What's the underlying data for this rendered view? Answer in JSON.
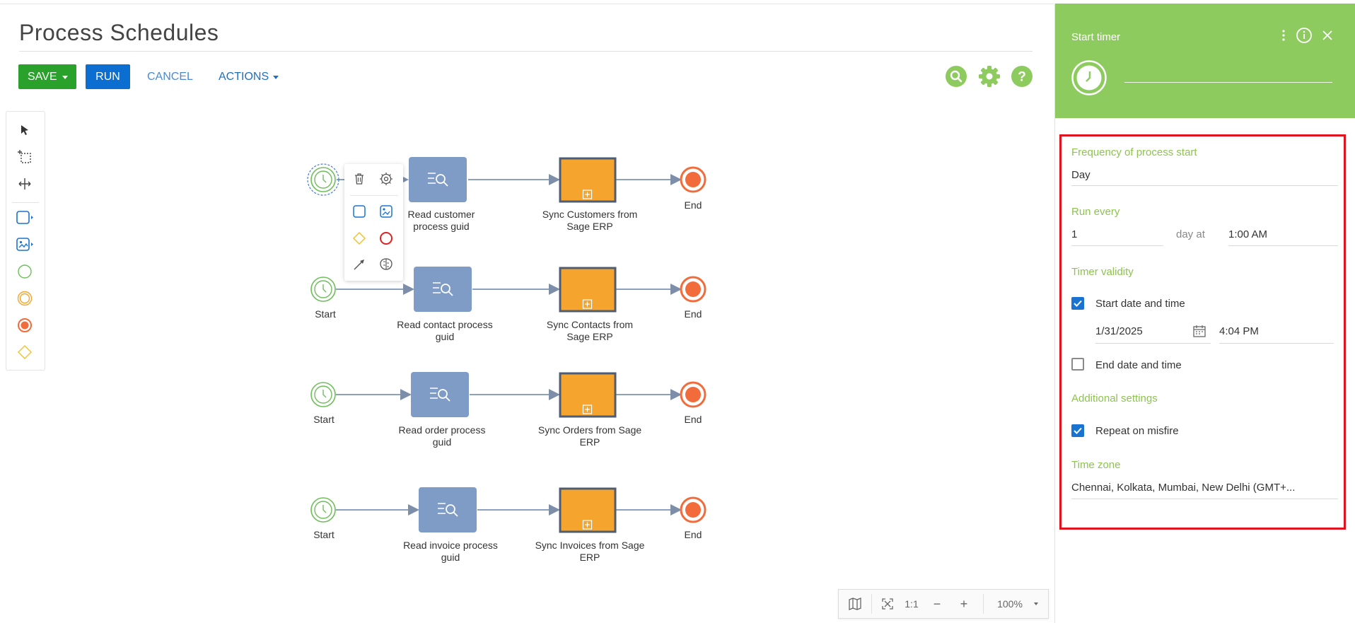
{
  "page": {
    "title": "Process Schedules"
  },
  "toolbar": {
    "save_label": "SAVE",
    "run_label": "RUN",
    "cancel_label": "CANCEL",
    "actions_label": "ACTIONS"
  },
  "header_icons": [
    "search-icon",
    "gear-icon",
    "help-icon"
  ],
  "palette": [
    "pointer-tool-icon",
    "lasso-tool-icon",
    "space-tool-icon",
    "task-icon",
    "subprocess-icon",
    "start-event-icon",
    "intermediate-event-icon",
    "end-event-icon",
    "gateway-icon"
  ],
  "diagram": {
    "rows": [
      {
        "start_label": "",
        "task_label": "Read customer process guid",
        "sync_label": "Sync Customers from Sage ERP",
        "end_label": "End"
      },
      {
        "start_label": "Start",
        "task_label": "Read contact process guid",
        "sync_label": "Sync Contacts from Sage ERP",
        "end_label": "End"
      },
      {
        "start_label": "Start",
        "task_label": "Read order process guid",
        "sync_label": "Sync Orders from Sage ERP",
        "end_label": "End"
      },
      {
        "start_label": "Start",
        "task_label": "Read invoice process guid",
        "sync_label": "Sync Invoices from Sage ERP",
        "end_label": "End"
      }
    ]
  },
  "context_menu": [
    "delete-icon",
    "settings-icon",
    "task-icon",
    "subprocess-icon",
    "gateway-icon",
    "end-event-icon",
    "connector-icon",
    "ai-icon"
  ],
  "zoom": {
    "fit_label": "1:1",
    "minus": "−",
    "plus": "+",
    "level": "100%"
  },
  "panel": {
    "title": "Start timer",
    "name_value": "",
    "frequency": {
      "label": "Frequency of process start",
      "value": "Day"
    },
    "run_every": {
      "label": "Run every",
      "value": "1",
      "unit": "day at",
      "time": "1:00 AM"
    },
    "validity": {
      "label": "Timer validity",
      "start": {
        "label": "Start date and time",
        "checked": true,
        "date": "1/31/2025",
        "time": "4:04 PM"
      },
      "end": {
        "label": "End date and time",
        "checked": false
      }
    },
    "additional": {
      "label": "Additional settings",
      "repeat_label": "Repeat on misfire",
      "repeat_checked": true
    },
    "timezone": {
      "label": "Time zone",
      "value": "Chennai, Kolkata, Mumbai, New Delhi (GMT+..."
    }
  },
  "colors": {
    "accent_green": "#8dcb5f",
    "save_green": "#2aa12a",
    "run_blue": "#0b6ed0",
    "task_blue": "#7f9cc7",
    "subprocess_orange": "#f5a52e",
    "end_red": "#f26b3a",
    "start_green": "#6ebf5a",
    "highlight_red": "#e0141e"
  }
}
